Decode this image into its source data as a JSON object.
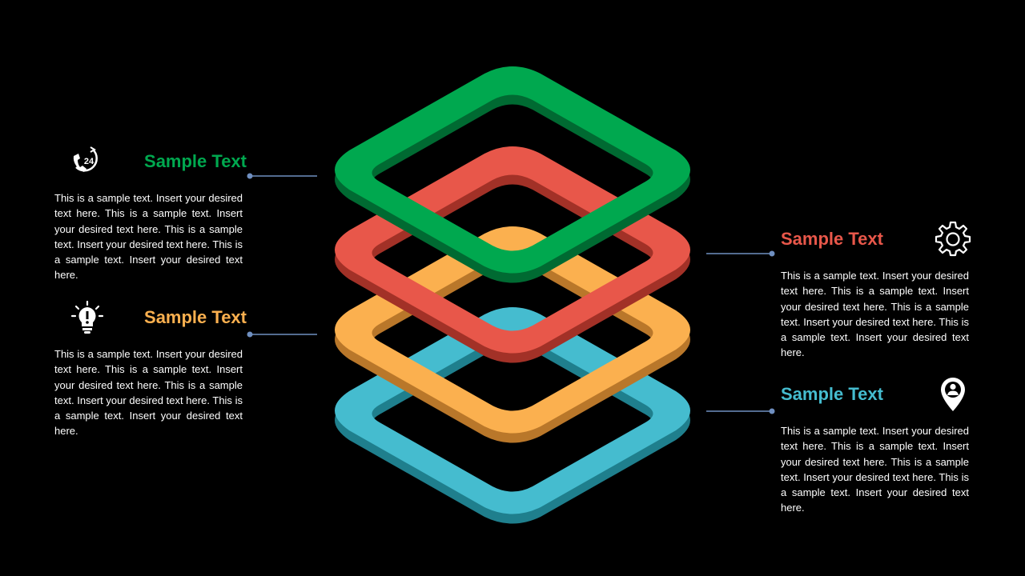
{
  "colors": {
    "background": "#000000",
    "green": "#00a84f",
    "red": "#e8574a",
    "orange": "#fbb04f",
    "blue": "#45bccf",
    "connector": "#6f8fc0"
  },
  "layers": [
    {
      "color": "green",
      "title": "Sample Text",
      "text": "This is a sample text. Insert your desired text here. This is a sample text. Insert your desired text here. This is a sample text. Insert your desired text here. This is a sample text. Insert your desired text here.",
      "icon": "phone-24-icon"
    },
    {
      "color": "red",
      "title": "Sample Text",
      "text": "This is a sample text. Insert your desired text here. This is a sample text. Insert your desired text here. This is a sample text. Insert your desired text here. This is a sample text. Insert your desired text here.",
      "icon": "gear-icon"
    },
    {
      "color": "orange",
      "title": "Sample Text",
      "text": "This is a sample text. Insert your desired text here. This is a sample text. Insert your desired text here. This is a sample text. Insert your desired text here. This is a sample text. Insert your desired text here.",
      "icon": "lightbulb-icon"
    },
    {
      "color": "blue",
      "title": "Sample Text",
      "text": "This is a sample text. Insert your desired text here. This is a sample text. Insert your desired text here. This is a sample text. Insert your desired text here. This is a sample text. Insert your desired text here.",
      "icon": "location-pin-person-icon"
    }
  ],
  "icon_labels": {
    "phone": "24"
  }
}
